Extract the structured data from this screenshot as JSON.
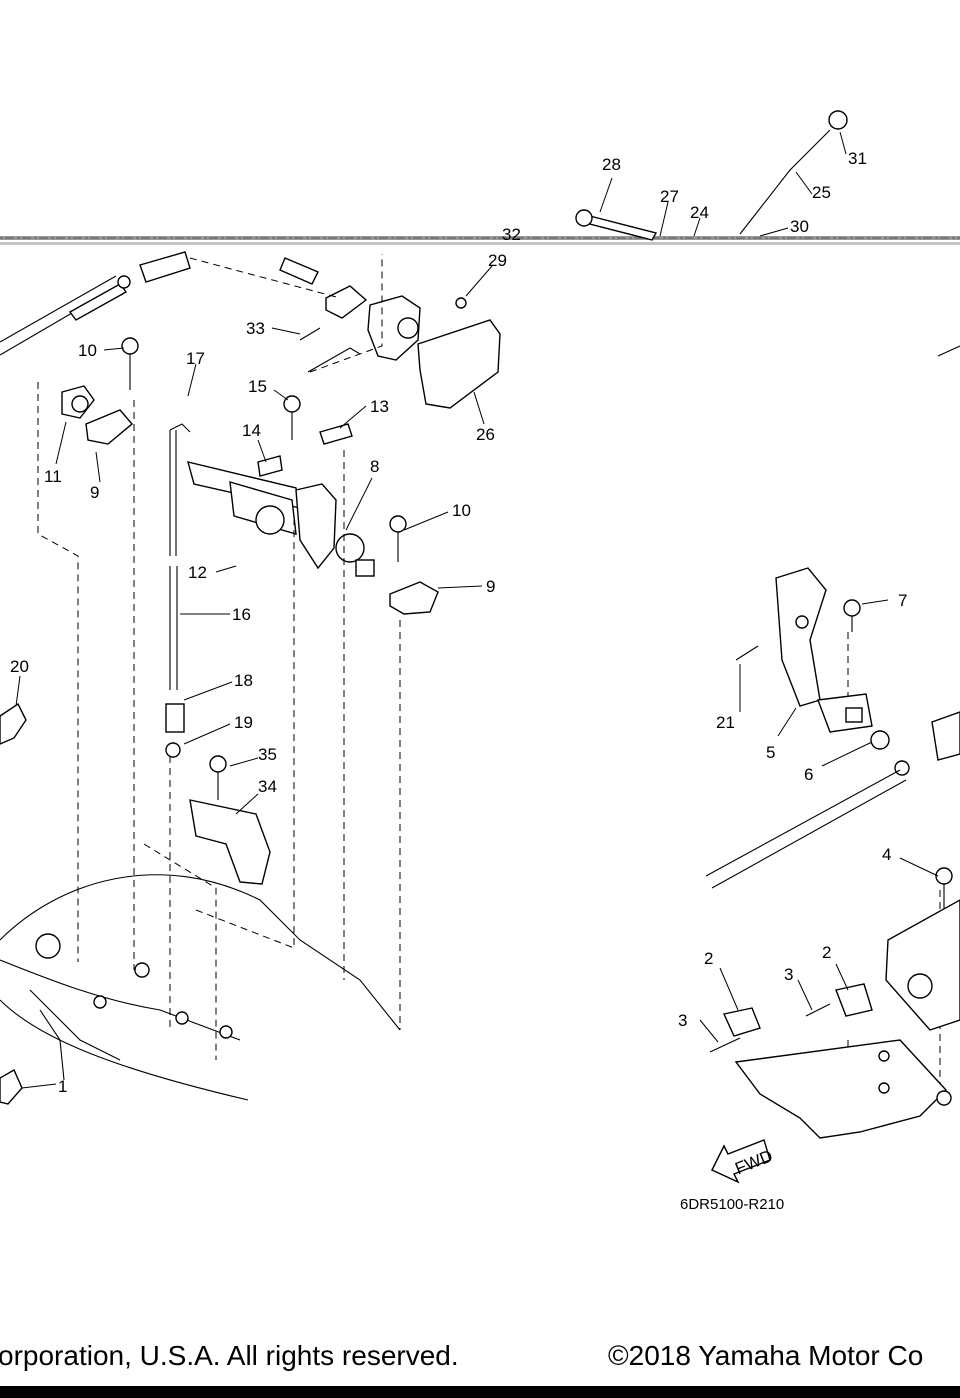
{
  "callouts": [
    {
      "label": "1"
    },
    {
      "label": "2"
    },
    {
      "label": "2"
    },
    {
      "label": "3"
    },
    {
      "label": "3"
    },
    {
      "label": "4"
    },
    {
      "label": "5"
    },
    {
      "label": "6"
    },
    {
      "label": "7"
    },
    {
      "label": "8"
    },
    {
      "label": "9"
    },
    {
      "label": "9"
    },
    {
      "label": "10"
    },
    {
      "label": "10"
    },
    {
      "label": "11"
    },
    {
      "label": "12"
    },
    {
      "label": "13"
    },
    {
      "label": "14"
    },
    {
      "label": "15"
    },
    {
      "label": "16"
    },
    {
      "label": "17"
    },
    {
      "label": "18"
    },
    {
      "label": "19"
    },
    {
      "label": "20"
    },
    {
      "label": "21"
    },
    {
      "label": "24"
    },
    {
      "label": "25"
    },
    {
      "label": "26"
    },
    {
      "label": "27"
    },
    {
      "label": "28"
    },
    {
      "label": "29"
    },
    {
      "label": "30"
    },
    {
      "label": "31"
    },
    {
      "label": "32"
    },
    {
      "label": "33"
    },
    {
      "label": "34"
    },
    {
      "label": "35"
    }
  ],
  "fwd_label": "FWD",
  "diagram_code": "6DR5100-R210",
  "footer": {
    "left_text": "orporation, U.S.A. All rights reserved.",
    "right_text": "©2018 Yamaha Motor Co"
  }
}
